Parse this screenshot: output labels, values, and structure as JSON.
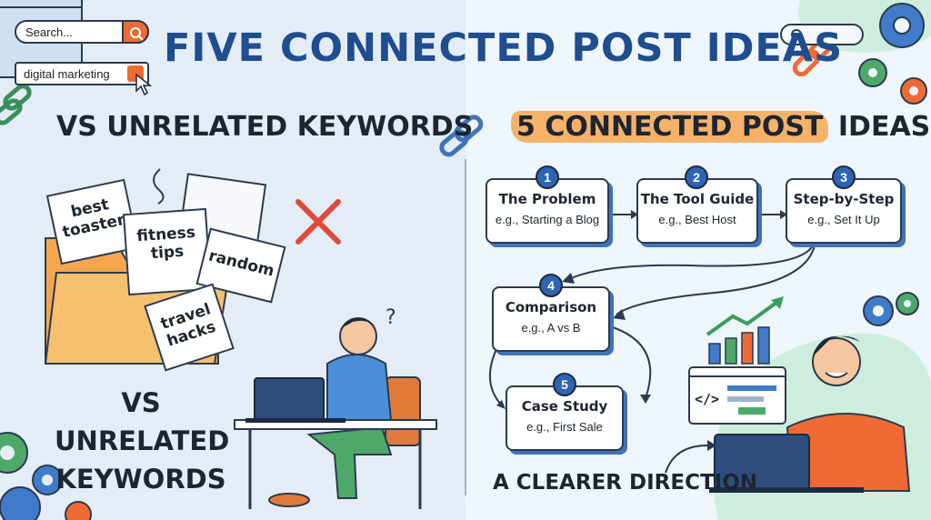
{
  "title": "FIVE CONNECTED POST IDEAS",
  "left": {
    "heading": "VS UNRELATED KEYWORDS",
    "search_placeholder": "Search...",
    "search_query": "digital marketing",
    "notes": [
      "best toaster",
      "fitness tips",
      "random",
      "travel hacks"
    ],
    "vs_line1": "VS",
    "vs_line2": "UNRELATED",
    "vs_line3": "KEYWORDS"
  },
  "right": {
    "heading_highlight": "5 CONNECTED POST",
    "heading_rest": "IDEAS",
    "steps": [
      {
        "num": "1",
        "title": "The Problem",
        "example": "e.g., Starting a Blog"
      },
      {
        "num": "2",
        "title": "The Tool Guide",
        "example": "e.g., Best Host"
      },
      {
        "num": "3",
        "title": "Step-by-Step",
        "example": "e.g., Set It Up"
      },
      {
        "num": "4",
        "title": "Comparison",
        "example": "e.g., A vs B"
      },
      {
        "num": "5",
        "title": "Case Study",
        "example": "e.g., First Sale"
      }
    ],
    "caption": "A CLEARER DIRECTION",
    "code_glyph": "</>"
  },
  "colors": {
    "title_blue": "#1f4d8f",
    "accent_orange": "#f06a35",
    "step_blue": "#2e64b4",
    "highlight": "#f7b26a",
    "cross_red": "#e04a3a"
  },
  "icons": [
    "search-icon",
    "cursor-icon",
    "chain-link-icon",
    "gear-icon",
    "cross-icon",
    "folder-icon",
    "question-icon",
    "laptop-icon",
    "chart-icon",
    "code-icon"
  ]
}
